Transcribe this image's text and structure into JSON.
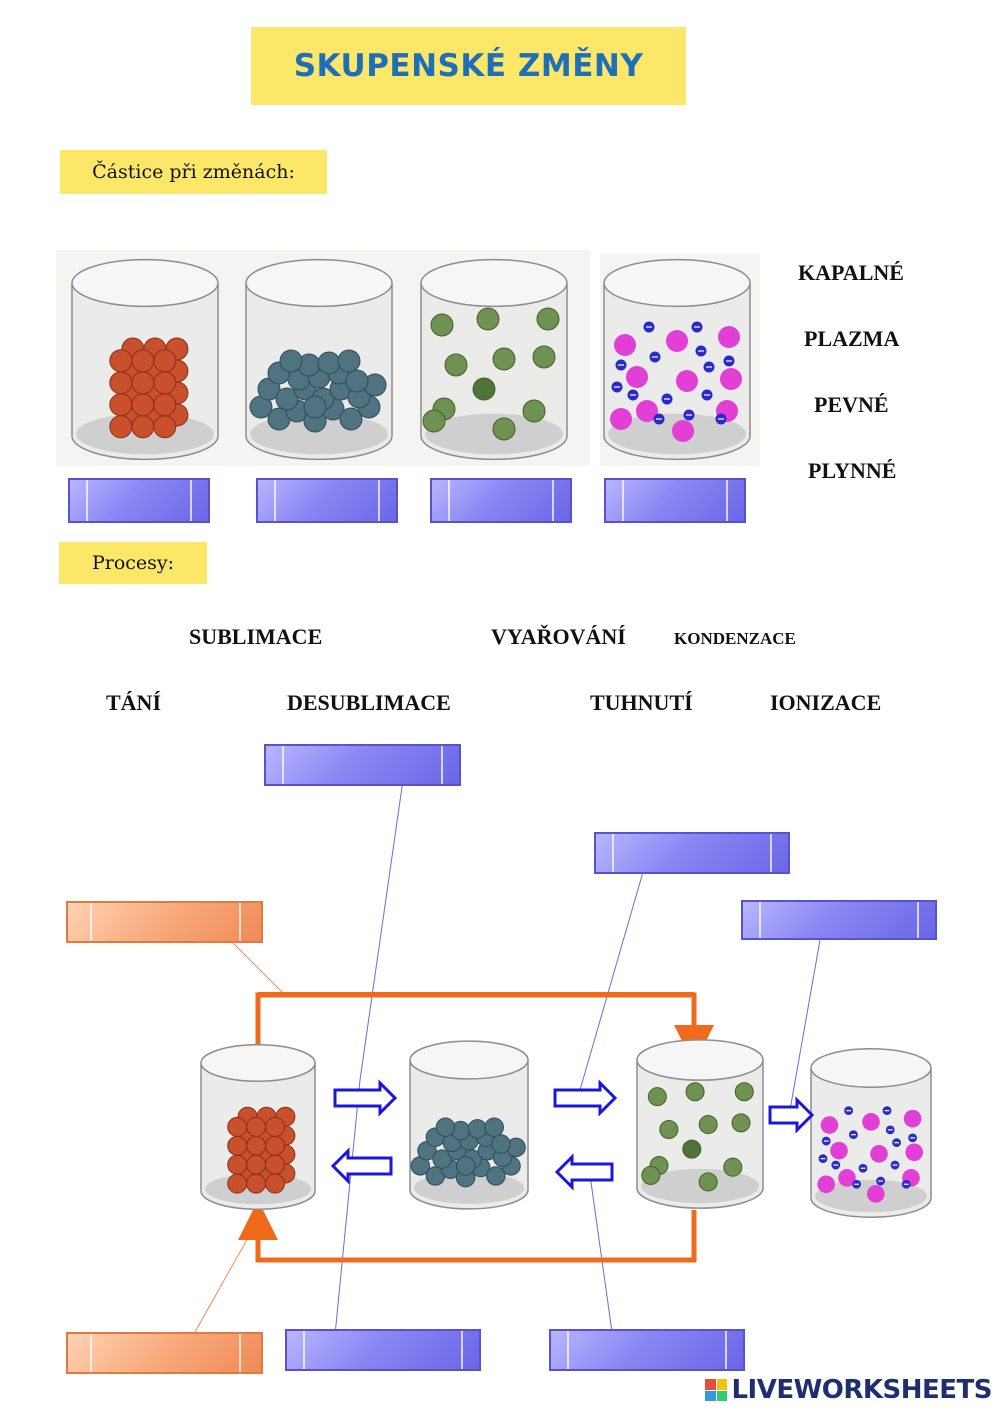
{
  "title": "SKUPENSKÉ ZMĚNY",
  "section_particles": "Částice při změnách:",
  "section_processes": "Procesy:",
  "state_words": [
    "KAPALNÉ",
    "PLAZMA",
    "PEVNÉ",
    "PLYNNÉ"
  ],
  "process_words": {
    "sublimace": "SUBLIMACE",
    "vyparovani": "VYAŘOVÁNÍ",
    "kondenzace": "KONDENZACE",
    "tani": "TÁNÍ",
    "desublimace": "DESUBLIMACE",
    "tuhnuti": "TUHNUTÍ",
    "ionizace": "IONIZACE"
  },
  "brand": "LIVEWORKSHEETS",
  "colors": {
    "solid": "#c9502c",
    "liquid": "#4f7381",
    "gas": "#6f9152",
    "plasma_ion": "#e23fd6",
    "plasma_electron": "#2a2ac8",
    "orange_arrow": "#f06a1c",
    "blue_arrow": "#1a18d6"
  }
}
